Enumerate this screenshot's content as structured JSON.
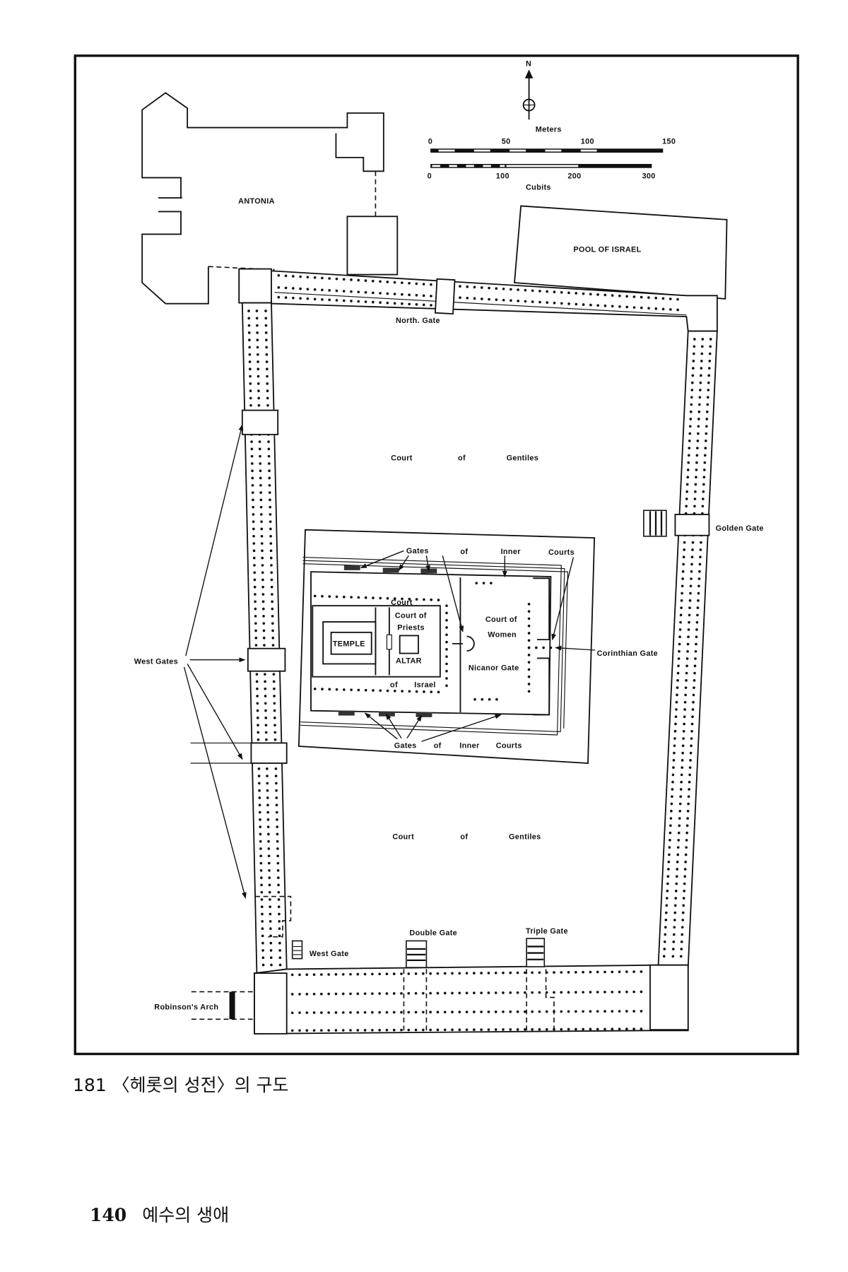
{
  "compass": {
    "north_label": "N"
  },
  "scale": {
    "meters_label": "Meters",
    "meters_ticks": [
      "0",
      "50",
      "100",
      "150"
    ],
    "cubits_label": "Cubits",
    "cubits_ticks": [
      "0",
      "100",
      "200",
      "300"
    ]
  },
  "labels": {
    "antonia": "ANTONIA",
    "pool": "POOL OF ISRAEL",
    "north_gate": "North. Gate",
    "gentiles_top": [
      "Court",
      "of",
      "Gentiles"
    ],
    "gentiles_bottom": [
      "Court",
      "of",
      "Gentiles"
    ],
    "golden_gate": "Golden Gate",
    "inner_top": [
      "Gates",
      "of",
      "Inner",
      "Courts"
    ],
    "inner_bottom": [
      "Gates",
      "of",
      "Inner",
      "Courts"
    ],
    "court": "Court",
    "court_of_priests": [
      "Court of",
      "Priests"
    ],
    "temple": "TEMPLE",
    "altar": "ALTAR",
    "of_israel": [
      "of",
      "Israel"
    ],
    "court_of_women": [
      "Court of",
      "Women"
    ],
    "nicanor_gate": "Nicanor Gate",
    "corinthian_gate": "Corinthian Gate",
    "west_gates": "West Gates",
    "west_gate": "West Gate",
    "double_gate": "Double Gate",
    "triple_gate": "Triple Gate",
    "robinsons_arch": "Robinson's Arch"
  },
  "caption": "181 〈헤롯의 성전〉의 구도",
  "footer": {
    "page_number": "140",
    "running_title": "예수의 생애"
  }
}
